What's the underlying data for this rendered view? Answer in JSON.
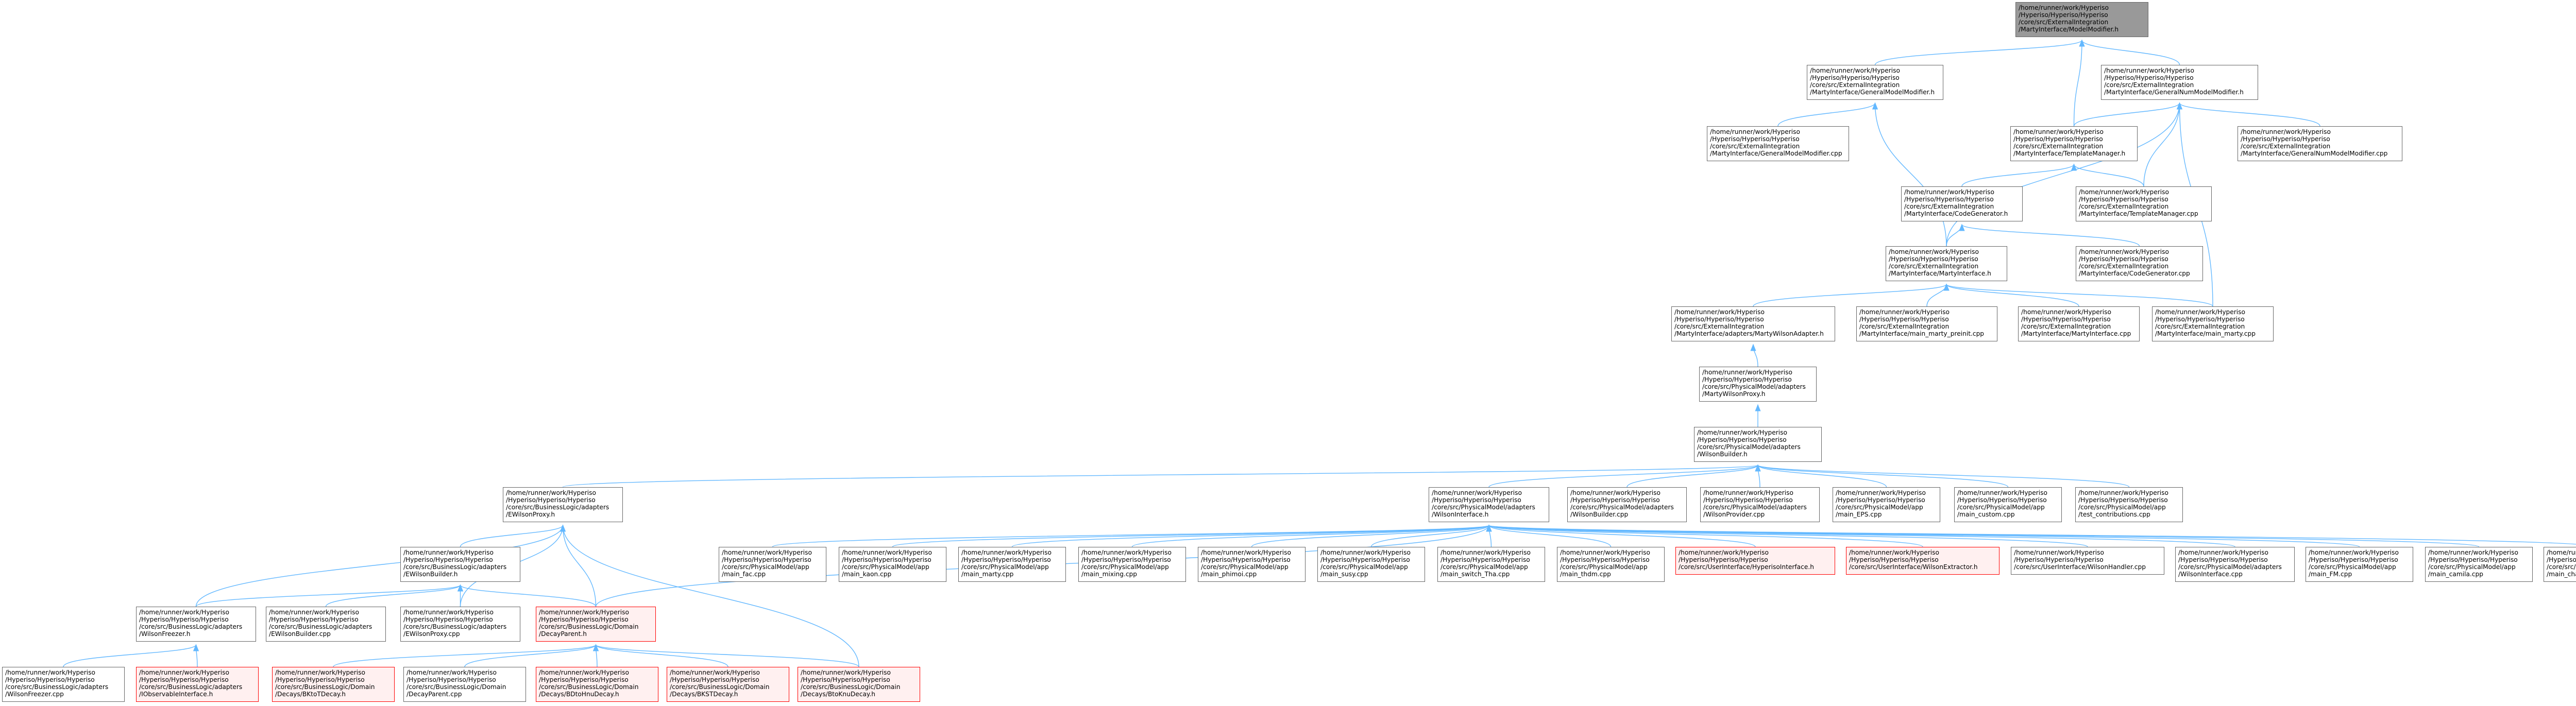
{
  "graph": {
    "nodes": [
      {
        "id": "root",
        "lines": [
          "/home/runner/work/Hyperiso",
          "/Hyperiso/Hyperiso/Hyperiso",
          "/core/src/ExternalIntegration",
          "/MartyInterface/ModelModifier.h"
        ],
        "style": "root"
      },
      {
        "id": "gmm_h",
        "lines": [
          "/home/runner/work/Hyperiso",
          "/Hyperiso/Hyperiso/Hyperiso",
          "/core/src/ExternalIntegration",
          "/MartyInterface/GeneralModelModifier.h"
        ],
        "style": "normal"
      },
      {
        "id": "gnmm_h",
        "lines": [
          "/home/runner/work/Hyperiso",
          "/Hyperiso/Hyperiso/Hyperiso",
          "/core/src/ExternalIntegration",
          "/MartyInterface/GeneralNumModelModifier.h"
        ],
        "style": "normal"
      },
      {
        "id": "gmm_cpp",
        "lines": [
          "/home/runner/work/Hyperiso",
          "/Hyperiso/Hyperiso/Hyperiso",
          "/core/src/ExternalIntegration",
          "/MartyInterface/GeneralModelModifier.cpp"
        ],
        "style": "normal"
      },
      {
        "id": "tm_h",
        "lines": [
          "/home/runner/work/Hyperiso",
          "/Hyperiso/Hyperiso/Hyperiso",
          "/core/src/ExternalIntegration",
          "/MartyInterface/TemplateManager.h"
        ],
        "style": "normal"
      },
      {
        "id": "gnmm_cpp",
        "lines": [
          "/home/runner/work/Hyperiso",
          "/Hyperiso/Hyperiso/Hyperiso",
          "/core/src/ExternalIntegration",
          "/MartyInterface/GeneralNumModelModifier.cpp"
        ],
        "style": "normal"
      },
      {
        "id": "cg_h",
        "lines": [
          "/home/runner/work/Hyperiso",
          "/Hyperiso/Hyperiso/Hyperiso",
          "/core/src/ExternalIntegration",
          "/MartyInterface/CodeGenerator.h"
        ],
        "style": "normal"
      },
      {
        "id": "tm_cpp",
        "lines": [
          "/home/runner/work/Hyperiso",
          "/Hyperiso/Hyperiso/Hyperiso",
          "/core/src/ExternalIntegration",
          "/MartyInterface/TemplateManager.cpp"
        ],
        "style": "normal"
      },
      {
        "id": "mi_h",
        "lines": [
          "/home/runner/work/Hyperiso",
          "/Hyperiso/Hyperiso/Hyperiso",
          "/core/src/ExternalIntegration",
          "/MartyInterface/MartyInterface.h"
        ],
        "style": "normal"
      },
      {
        "id": "cg_cpp",
        "lines": [
          "/home/runner/work/Hyperiso",
          "/Hyperiso/Hyperiso/Hyperiso",
          "/core/src/ExternalIntegration",
          "/MartyInterface/CodeGenerator.cpp"
        ],
        "style": "normal"
      },
      {
        "id": "mwa_h",
        "lines": [
          "/home/runner/work/Hyperiso",
          "/Hyperiso/Hyperiso/Hyperiso",
          "/core/src/ExternalIntegration",
          "/MartyInterface/adapters/MartyWilsonAdapter.h"
        ],
        "style": "normal"
      },
      {
        "id": "main_prs",
        "lines": [
          "/home/runner/work/Hyperiso",
          "/Hyperiso/Hyperiso/Hyperiso",
          "/core/src/ExternalIntegration",
          "/MartyInterface/main_marty_preinit.cpp"
        ],
        "style": "normal"
      },
      {
        "id": "mi_cpp",
        "lines": [
          "/home/runner/work/Hyperiso",
          "/Hyperiso/Hyperiso/Hyperiso",
          "/core/src/ExternalIntegration",
          "/MartyInterface/MartyInterface.cpp"
        ],
        "style": "normal"
      },
      {
        "id": "main_marty",
        "lines": [
          "/home/runner/work/Hyperiso",
          "/Hyperiso/Hyperiso/Hyperiso",
          "/core/src/ExternalIntegration",
          "/MartyInterface/main_marty.cpp"
        ],
        "style": "normal"
      },
      {
        "id": "mwp_h",
        "lines": [
          "/home/runner/work/Hyperiso",
          "/Hyperiso/Hyperiso/Hyperiso",
          "/core/src/PhysicalModel/adapters",
          "/MartyWilsonProxy.h"
        ],
        "style": "normal"
      },
      {
        "id": "wb_h",
        "lines": [
          "/home/runner/work/Hyperiso",
          "/Hyperiso/Hyperiso/Hyperiso",
          "/core/src/PhysicalModel/adapters",
          "/WilsonBuilder.h"
        ],
        "style": "normal"
      },
      {
        "id": "ewp_h",
        "lines": [
          "/home/runner/work/Hyperiso",
          "/Hyperiso/Hyperiso/Hyperiso",
          "/core/src/BusinessLogic/adapters",
          "/EWilsonProxy.h"
        ],
        "style": "normal"
      },
      {
        "id": "wi_h",
        "lines": [
          "/home/runner/work/Hyperiso",
          "/Hyperiso/Hyperiso/Hyperiso",
          "/core/src/PhysicalModel/adapters",
          "/WilsonInterface.h"
        ],
        "style": "normal"
      },
      {
        "id": "wb_cpp",
        "lines": [
          "/home/runner/work/Hyperiso",
          "/Hyperiso/Hyperiso/Hyperiso",
          "/core/src/PhysicalModel/adapters",
          "/WilsonBuilder.cpp"
        ],
        "style": "normal"
      },
      {
        "id": "wp_cpp",
        "lines": [
          "/home/runner/work/Hyperiso",
          "/Hyperiso/Hyperiso/Hyperiso",
          "/core/src/PhysicalModel/adapters",
          "/WilsonProvider.cpp"
        ],
        "style": "normal"
      },
      {
        "id": "main_eps",
        "lines": [
          "/home/runner/work/Hyperiso",
          "/Hyperiso/Hyperiso/Hyperiso",
          "/core/src/PhysicalModel/app",
          "/main_EPS.cpp"
        ],
        "style": "normal"
      },
      {
        "id": "main_custom",
        "lines": [
          "/home/runner/work/Hyperiso",
          "/Hyperiso/Hyperiso/Hyperiso",
          "/core/src/PhysicalModel/app",
          "/main_custom.cpp"
        ],
        "style": "normal"
      },
      {
        "id": "test_contrib",
        "lines": [
          "/home/runner/work/Hyperiso",
          "/Hyperiso/Hyperiso/Hyperiso",
          "/core/src/PhysicalModel/app",
          "/test_contributions.cpp"
        ],
        "style": "normal"
      },
      {
        "id": "ewb_h",
        "lines": [
          "/home/runner/work/Hyperiso",
          "/Hyperiso/Hyperiso/Hyperiso",
          "/core/src/BusinessLogic/adapters",
          "/EWilsonBuilder.h"
        ],
        "style": "normal"
      },
      {
        "id": "main_fac",
        "lines": [
          "/home/runner/work/Hyperiso",
          "/Hyperiso/Hyperiso/Hyperiso",
          "/core/src/PhysicalModel/app",
          "/main_fac.cpp"
        ],
        "style": "normal"
      },
      {
        "id": "main_kaon",
        "lines": [
          "/home/runner/work/Hyperiso",
          "/Hyperiso/Hyperiso/Hyperiso",
          "/core/src/PhysicalModel/app",
          "/main_kaon.cpp"
        ],
        "style": "normal"
      },
      {
        "id": "main_marty2",
        "lines": [
          "/home/runner/work/Hyperiso",
          "/Hyperiso/Hyperiso/Hyperiso",
          "/core/src/PhysicalModel/app",
          "/main_marty.cpp"
        ],
        "style": "normal"
      },
      {
        "id": "main_mixing",
        "lines": [
          "/home/runner/work/Hyperiso",
          "/Hyperiso/Hyperiso/Hyperiso",
          "/core/src/PhysicalModel/app",
          "/main_mixing.cpp"
        ],
        "style": "normal"
      },
      {
        "id": "main_phimoi",
        "lines": [
          "/home/runner/work/Hyperiso",
          "/Hyperiso/Hyperiso/Hyperiso",
          "/core/src/PhysicalModel/app",
          "/main_phimoi.cpp"
        ],
        "style": "normal"
      },
      {
        "id": "main_susy",
        "lines": [
          "/home/runner/work/Hyperiso",
          "/Hyperiso/Hyperiso/Hyperiso",
          "/core/src/PhysicalModel/app",
          "/main_susy.cpp"
        ],
        "style": "normal"
      },
      {
        "id": "main_switch",
        "lines": [
          "/home/runner/work/Hyperiso",
          "/Hyperiso/Hyperiso/Hyperiso",
          "/core/src/PhysicalModel/app",
          "/main_switch_Tha.cpp"
        ],
        "style": "normal"
      },
      {
        "id": "main_thdm",
        "lines": [
          "/home/runner/work/Hyperiso",
          "/Hyperiso/Hyperiso/Hyperiso",
          "/core/src/PhysicalModel/app",
          "/main_thdm.cpp"
        ],
        "style": "normal"
      },
      {
        "id": "hiface_h",
        "lines": [
          "/home/runner/work/Hyperiso",
          "/Hyperiso/Hyperiso/Hyperiso",
          "/core/src/UserInterface/HyperisoInterface.h"
        ],
        "style": "red"
      },
      {
        "id": "wextr_h",
        "lines": [
          "/home/runner/work/Hyperiso",
          "/Hyperiso/Hyperiso/Hyperiso",
          "/core/src/UserInterface/WilsonExtractor.h"
        ],
        "style": "red"
      },
      {
        "id": "whandler_cpp",
        "lines": [
          "/home/runner/work/Hyperiso",
          "/Hyperiso/Hyperiso/Hyperiso",
          "/core/src/UserInterface/WilsonHandler.cpp"
        ],
        "style": "normal"
      },
      {
        "id": "wi_cpp",
        "lines": [
          "/home/runner/work/Hyperiso",
          "/Hyperiso/Hyperiso/Hyperiso",
          "/core/src/PhysicalModel/adapters",
          "/WilsonInterface.cpp"
        ],
        "style": "normal"
      },
      {
        "id": "main_fm",
        "lines": [
          "/home/runner/work/Hyperiso",
          "/Hyperiso/Hyperiso/Hyperiso",
          "/core/src/PhysicalModel/app",
          "/main_FM.cpp"
        ],
        "style": "normal"
      },
      {
        "id": "main_camila",
        "lines": [
          "/home/runner/work/Hyperiso",
          "/Hyperiso/Hyperiso/Hyperiso",
          "/core/src/PhysicalModel/app",
          "/main_camila.cpp"
        ],
        "style": "normal"
      },
      {
        "id": "main_charged",
        "lines": [
          "/home/runner/work/Hyperiso",
          "/Hyperiso/Hyperiso/Hyperiso",
          "/core/src/PhysicalModel/app",
          "/main_charged_current.cpp"
        ],
        "style": "normal"
      },
      {
        "id": "wfreezer_h",
        "lines": [
          "/home/runner/work/Hyperiso",
          "/Hyperiso/Hyperiso/Hyperiso",
          "/core/src/BusinessLogic/adapters",
          "/WilsonFreezer.h"
        ],
        "style": "normal"
      },
      {
        "id": "ewb_cpp",
        "lines": [
          "/home/runner/work/Hyperiso",
          "/Hyperiso/Hyperiso/Hyperiso",
          "/core/src/BusinessLogic/adapters",
          "/EWilsonBuilder.cpp"
        ],
        "style": "normal"
      },
      {
        "id": "ewp_cpp",
        "lines": [
          "/home/runner/work/Hyperiso",
          "/Hyperiso/Hyperiso/Hyperiso",
          "/core/src/BusinessLogic/adapters",
          "/EWilsonProxy.cpp"
        ],
        "style": "normal"
      },
      {
        "id": "dparent_h",
        "lines": [
          "/home/runner/work/Hyperiso",
          "/Hyperiso/Hyperiso/Hyperiso",
          "/core/src/BusinessLogic/Domain",
          "/DecayParent.h"
        ],
        "style": "red"
      },
      {
        "id": "wfreezer_cpp",
        "lines": [
          "/home/runner/work/Hyperiso",
          "/Hyperiso/Hyperiso/Hyperiso",
          "/core/src/BusinessLogic/adapters",
          "/WilsonFreezer.cpp"
        ],
        "style": "normal"
      },
      {
        "id": "iobs_h",
        "lines": [
          "/home/runner/work/Hyperiso",
          "/Hyperiso/Hyperiso/Hyperiso",
          "/core/src/BusinessLogic/adapters",
          "/IObservableInterface.h"
        ],
        "style": "red"
      },
      {
        "id": "bktol_h",
        "lines": [
          "/home/runner/work/Hyperiso",
          "/Hyperiso/Hyperiso/Hyperiso",
          "/core/src/BusinessLogic/Domain",
          "/Decays/BKtoTDecay.h"
        ],
        "style": "red"
      },
      {
        "id": "dparent_cpp",
        "lines": [
          "/home/runner/work/Hyperiso",
          "/Hyperiso/Hyperiso/Hyperiso",
          "/core/src/BusinessLogic/Domain",
          "/DecayParent.cpp"
        ],
        "style": "normal"
      },
      {
        "id": "bdtomumu_h",
        "lines": [
          "/home/runner/work/Hyperiso",
          "/Hyperiso/Hyperiso/Hyperiso",
          "/core/src/BusinessLogic/Domain",
          "/Decays/BDtoHnuDecay.h"
        ],
        "style": "red"
      },
      {
        "id": "bkst_h",
        "lines": [
          "/home/runner/work/Hyperiso",
          "/Hyperiso/Hyperiso/Hyperiso",
          "/core/src/BusinessLogic/Domain",
          "/Decays/BKSTDecay.h"
        ],
        "style": "red"
      },
      {
        "id": "btok_h",
        "lines": [
          "/home/runner/work/Hyperiso",
          "/Hyperiso/Hyperiso/Hyperiso",
          "/core/src/BusinessLogic/Domain",
          "/Decays/BtoKnuDecay.h"
        ],
        "style": "red"
      }
    ],
    "edges": [
      [
        "gmm_h",
        "root"
      ],
      [
        "gnmm_h",
        "root"
      ],
      [
        "tm_h",
        "root"
      ],
      [
        "gmm_cpp",
        "gmm_h"
      ],
      [
        "mi_h",
        "gmm_h"
      ],
      [
        "tm_h",
        "gnmm_h"
      ],
      [
        "gnmm_cpp",
        "gnmm_h"
      ],
      [
        "tm_cpp",
        "gnmm_h"
      ],
      [
        "mi_h",
        "gnmm_h"
      ],
      [
        "main_marty",
        "gnmm_h"
      ],
      [
        "cg_h",
        "tm_h"
      ],
      [
        "tm_cpp",
        "tm_h"
      ],
      [
        "mi_h",
        "cg_h"
      ],
      [
        "cg_cpp",
        "cg_h"
      ],
      [
        "mwa_h",
        "mi_h"
      ],
      [
        "main_prs",
        "mi_h"
      ],
      [
        "mi_cpp",
        "mi_h"
      ],
      [
        "main_marty",
        "mi_h"
      ],
      [
        "mwp_h",
        "mwa_h"
      ],
      [
        "wb_h",
        "mwp_h"
      ],
      [
        "ewp_h",
        "wb_h"
      ],
      [
        "wi_h",
        "wb_h"
      ],
      [
        "wb_cpp",
        "wb_h"
      ],
      [
        "wp_cpp",
        "wb_h"
      ],
      [
        "main_eps",
        "wb_h"
      ],
      [
        "main_custom",
        "wb_h"
      ],
      [
        "test_contrib",
        "wb_h"
      ],
      [
        "ewb_h",
        "ewp_h"
      ],
      [
        "wfreezer_h",
        "ewp_h"
      ],
      [
        "ewp_cpp",
        "ewp_h"
      ],
      [
        "dparent_h",
        "ewp_h"
      ],
      [
        "btok_h",
        "ewp_h"
      ],
      [
        "main_fac",
        "wi_h"
      ],
      [
        "main_kaon",
        "wi_h"
      ],
      [
        "main_marty2",
        "wi_h"
      ],
      [
        "main_mixing",
        "wi_h"
      ],
      [
        "main_phimoi",
        "wi_h"
      ],
      [
        "main_susy",
        "wi_h"
      ],
      [
        "main_switch",
        "wi_h"
      ],
      [
        "main_thdm",
        "wi_h"
      ],
      [
        "hiface_h",
        "wi_h"
      ],
      [
        "wextr_h",
        "wi_h"
      ],
      [
        "whandler_cpp",
        "wi_h"
      ],
      [
        "wi_cpp",
        "wi_h"
      ],
      [
        "main_fm",
        "wi_h"
      ],
      [
        "main_camila",
        "wi_h"
      ],
      [
        "main_charged",
        "wi_h"
      ],
      [
        "dparent_h",
        "wi_h"
      ],
      [
        "wfreezer_h",
        "ewb_h"
      ],
      [
        "ewb_cpp",
        "ewb_h"
      ],
      [
        "ewp_cpp",
        "ewb_h"
      ],
      [
        "dparent_h",
        "ewb_h"
      ],
      [
        "wfreezer_cpp",
        "wfreezer_h"
      ],
      [
        "iobs_h",
        "wfreezer_h"
      ],
      [
        "bktol_h",
        "dparent_h"
      ],
      [
        "dparent_cpp",
        "dparent_h"
      ],
      [
        "bdtomumu_h",
        "dparent_h"
      ],
      [
        "bkst_h",
        "dparent_h"
      ],
      [
        "btok_h",
        "dparent_h"
      ]
    ],
    "colors": {
      "edge": "#63b8ff",
      "node_border": "#666666",
      "highlight_border": "#ff0000",
      "highlight_fill": "#fff0f0",
      "root_fill": "#999999"
    }
  }
}
